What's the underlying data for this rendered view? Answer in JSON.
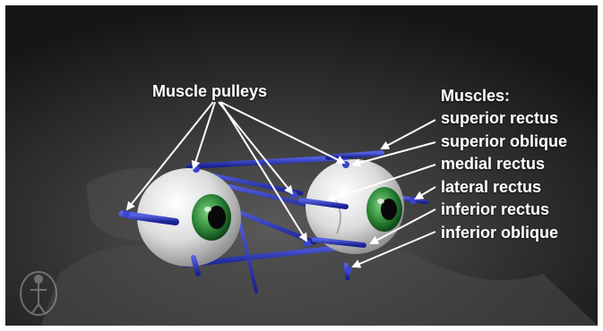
{
  "image": {
    "pulleys_label": "Muscle pulleys",
    "muscles_heading": "Muscles:",
    "muscles": [
      "superior rectus",
      "superior oblique",
      "medial rectus",
      "lateral rectus",
      "inferior rectus",
      "inferior oblique"
    ]
  },
  "colors": {
    "background": "#1b1b1b",
    "muscle_rod": "#2a35b8",
    "iris": "#2f8a3a",
    "label_text": "#ffffff"
  },
  "icons": {
    "watermark": "anatomy-figure-logo-icon"
  }
}
